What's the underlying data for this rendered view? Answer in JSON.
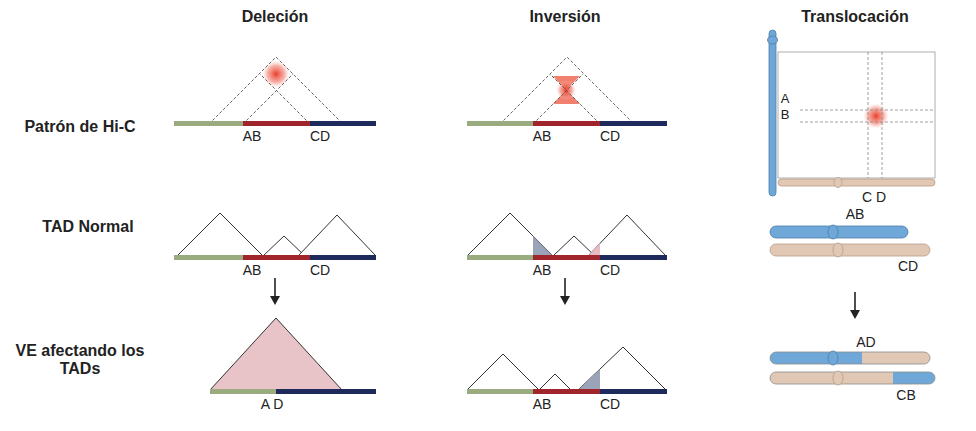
{
  "diagram": {
    "labels": [
      "Deleción",
      "Inversión",
      "Translocación",
      "Patrón de Hi-C",
      "AB",
      "CD",
      "AB",
      "CD",
      "A",
      "B",
      "C D",
      "TAD Normal",
      "AB",
      "CD",
      "AB",
      "CD",
      "AB",
      "CD",
      "VE afectando los TADs",
      "A D",
      "AB",
      "CD",
      "AD",
      "CB"
    ]
  }
}
